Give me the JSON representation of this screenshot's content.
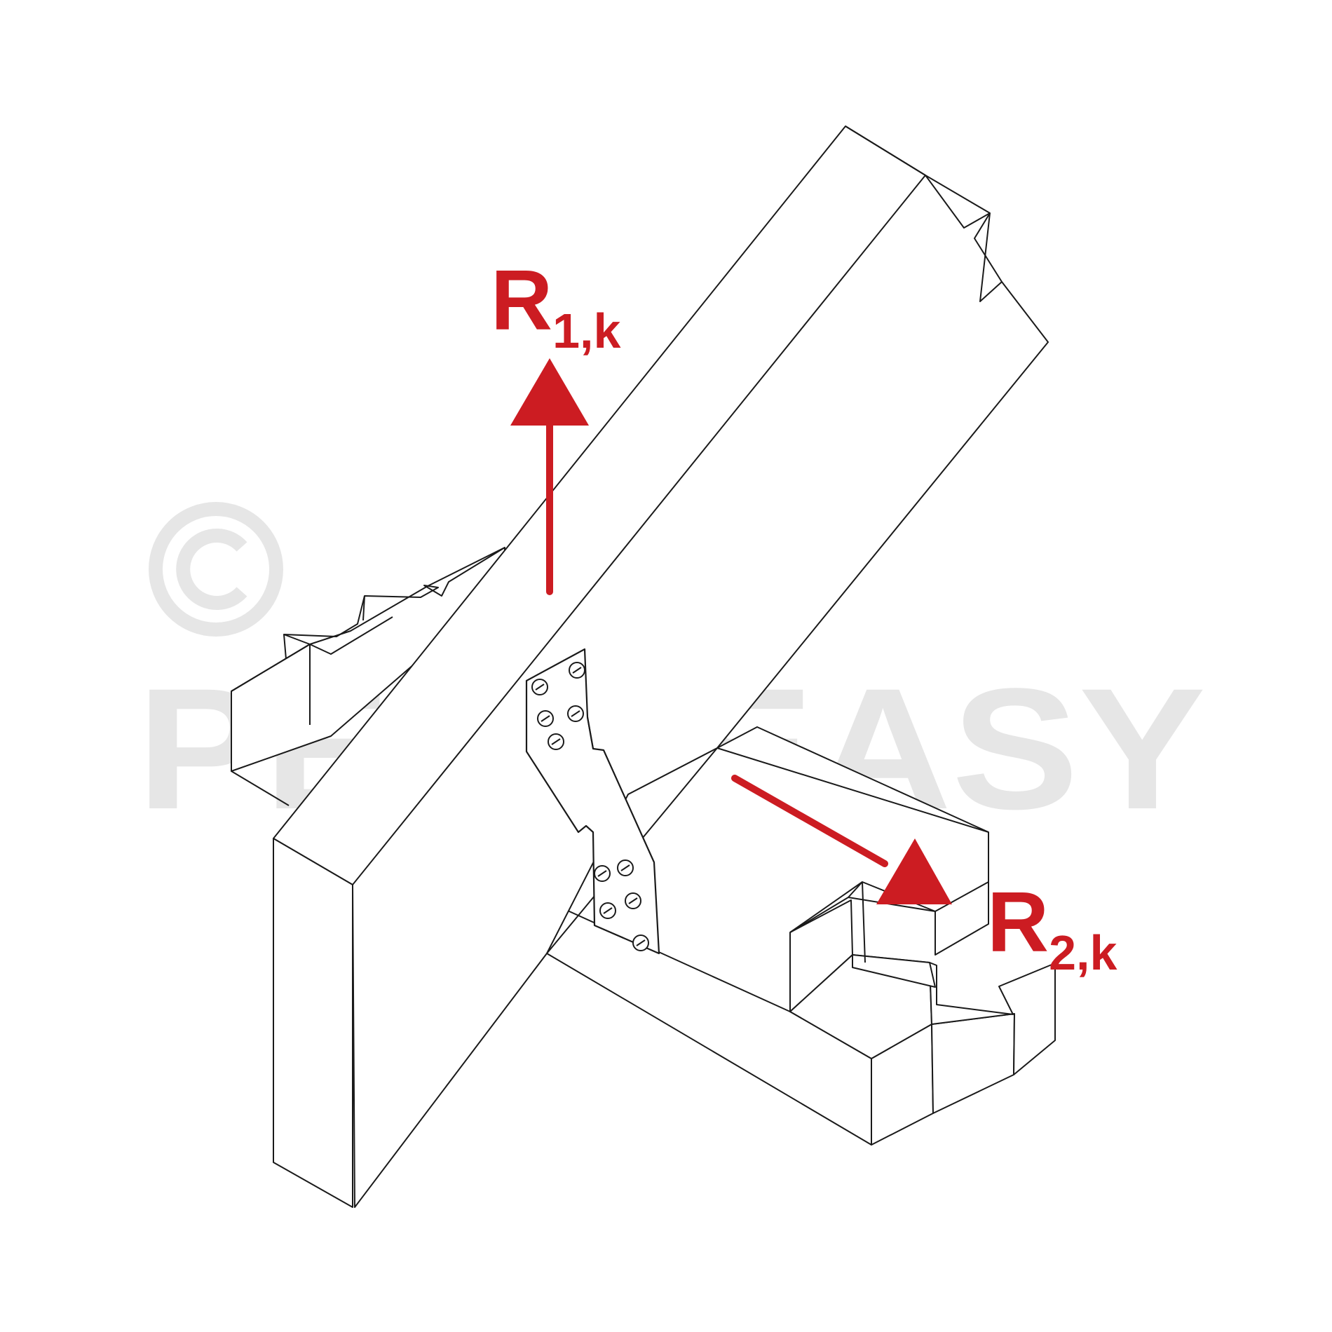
{
  "watermark": {
    "symbol": "©",
    "text": "PERMEASY",
    "color": "#e6e6e6"
  },
  "labels": {
    "r1": {
      "main": "R",
      "sub": "1,k"
    },
    "r2": {
      "main": "R",
      "sub": "2,k"
    }
  },
  "colors": {
    "force_arrow": "#cc1c22",
    "line": "#1a1a1a",
    "background": "#ffffff"
  },
  "icons": {
    "copyright": "copyright-icon",
    "connector": "hurricane-tie-plate-icon"
  }
}
